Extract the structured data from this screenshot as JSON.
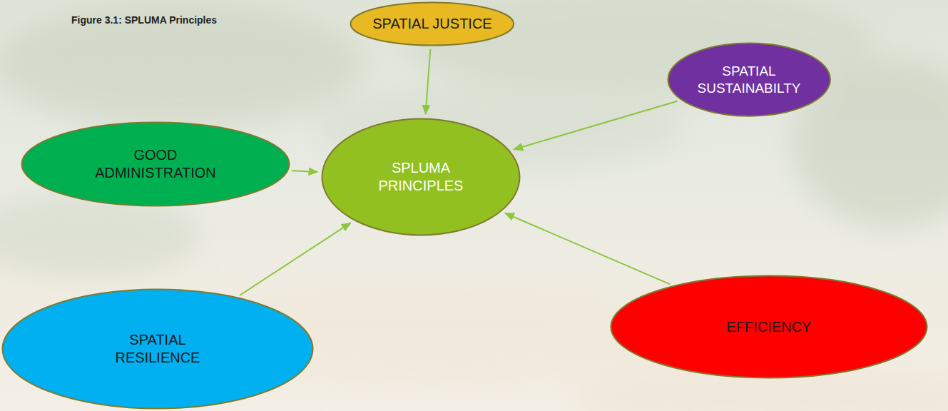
{
  "diagram": {
    "title": "Figure 3.1: SPLUMA Principles",
    "nodes": [
      {
        "text": [
          "SPATIAL JUSTICE"
        ]
      },
      {
        "text": [
          "SPATIAL SUSTAINABILTY"
        ]
      },
      {
        "text": [
          "GOOD ADMINISTRATION"
        ]
      },
      {
        "text": [
          "SPLUMA PRINCIPLES"
        ]
      },
      {
        "text": [
          "SPATIAL RESILIENCE"
        ]
      },
      {
        "text": [
          "EFFICIENCY"
        ]
      }
    ],
    "edges": [
      {
        "from": 0,
        "to": 3,
        "arrow": "to"
      },
      {
        "from": 1,
        "to": 3,
        "arrow": "to"
      },
      {
        "from": 2,
        "to": 3,
        "arrow": "to"
      },
      {
        "from": 4,
        "to": 3,
        "arrow": "to"
      },
      {
        "from": 5,
        "to": 3,
        "arrow": "to"
      }
    ]
  }
}
